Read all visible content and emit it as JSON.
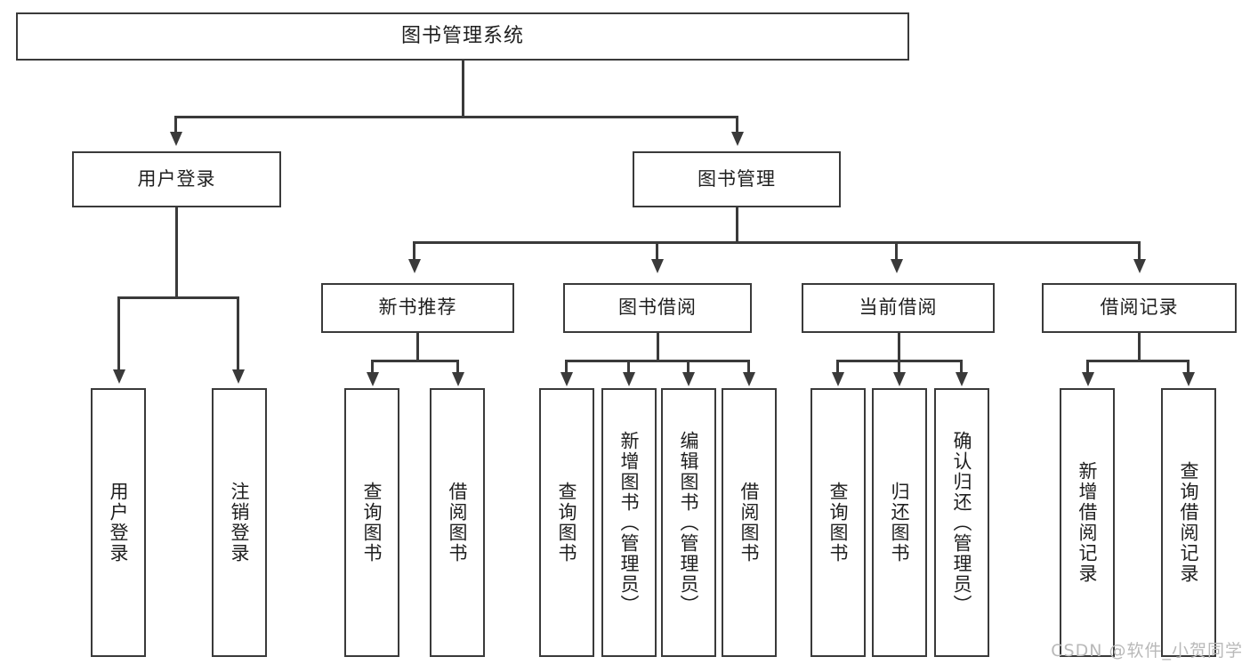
{
  "diagram": {
    "title": "图书管理系统",
    "type": "tree-hierarchy",
    "watermark": "CSDN @软件_小贺同学",
    "colors": {
      "stroke": "#3a3a3a",
      "fill": "#ffffff",
      "text": "#1f1f1f",
      "watermark": "#b9b9b9"
    },
    "levels": {
      "root": "图书管理系统",
      "level2": [
        "用户登录",
        "图书管理"
      ],
      "level3": [
        "新书推荐",
        "图书借阅",
        "当前借阅",
        "借阅记录"
      ]
    },
    "nodes": {
      "root": "图书管理系统",
      "user_login": "用户登录",
      "book_manage": "图书管理",
      "new_book_rec": "新书推荐",
      "book_borrow": "图书借阅",
      "current_borrow": "当前借阅",
      "borrow_record": "借阅记录",
      "leaf_user_login": "用户登录",
      "leaf_logout": "注销登录",
      "leaf_query_book_1": "查询图书",
      "leaf_borrow_book_1": "借阅图书",
      "leaf_query_book_2": "查询图书",
      "leaf_add_book_admin": "新增图书（管理员）",
      "leaf_edit_book_admin": "编辑图书（管理员）",
      "leaf_borrow_book_2": "借阅图书",
      "leaf_query_book_3": "查询图书",
      "leaf_return_book": "归还图书",
      "leaf_confirm_return_admin": "确认归还（管理员）",
      "leaf_add_record": "新增借阅记录",
      "leaf_query_record": "查询借阅记录"
    },
    "edges": [
      {
        "from": "图书管理系统",
        "to": "用户登录"
      },
      {
        "from": "图书管理系统",
        "to": "图书管理"
      },
      {
        "from": "用户登录",
        "to": "用户登录"
      },
      {
        "from": "用户登录",
        "to": "注销登录"
      },
      {
        "from": "图书管理",
        "to": "新书推荐"
      },
      {
        "from": "图书管理",
        "to": "图书借阅"
      },
      {
        "from": "图书管理",
        "to": "当前借阅"
      },
      {
        "from": "图书管理",
        "to": "借阅记录"
      },
      {
        "from": "新书推荐",
        "to": "查询图书"
      },
      {
        "from": "新书推荐",
        "to": "借阅图书"
      },
      {
        "from": "图书借阅",
        "to": "查询图书"
      },
      {
        "from": "图书借阅",
        "to": "新增图书（管理员）"
      },
      {
        "from": "图书借阅",
        "to": "编辑图书（管理员）"
      },
      {
        "from": "图书借阅",
        "to": "借阅图书"
      },
      {
        "from": "当前借阅",
        "to": "查询图书"
      },
      {
        "from": "当前借阅",
        "to": "归还图书"
      },
      {
        "from": "当前借阅",
        "to": "确认归还（管理员）"
      },
      {
        "from": "借阅记录",
        "to": "新增借阅记录"
      },
      {
        "from": "借阅记录",
        "to": "查询借阅记录"
      }
    ]
  }
}
